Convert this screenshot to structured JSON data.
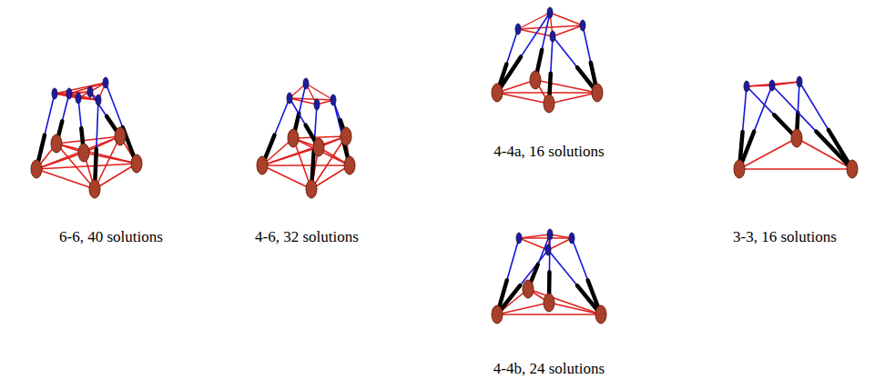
{
  "diagram": {
    "labels": [
      "6-6, 40 solutions",
      "4-6, 32 solutions",
      "4-4a, 16 solutions",
      "3-3, 16 solutions",
      "4-4b, 24 solutions"
    ]
  }
}
